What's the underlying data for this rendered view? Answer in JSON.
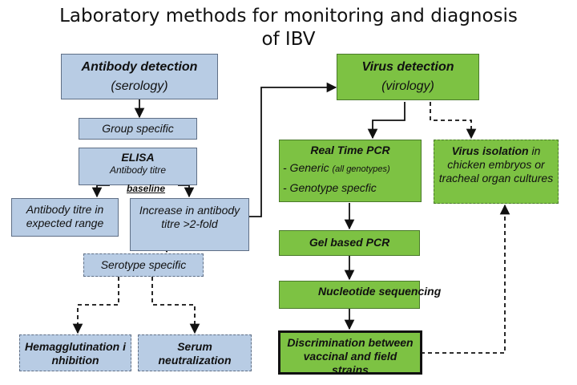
{
  "title": {
    "line1": "Laboratory methods for monitoring and diagnosis",
    "line2": "of IBV"
  },
  "antibody_detection": {
    "heading": "Antibody detection",
    "sub": "(serology)"
  },
  "group_specific": "Group specific",
  "elisa": {
    "heading": "ELISA",
    "sub": "Antibody titre",
    "baseline": "baseline"
  },
  "titre_expected": "Antibody titre in expected range",
  "titre_increase": "Increase in antibody titre >2-fold",
  "serotype_specific": "Serotype specific",
  "hemagglutination": "Hemagglutination inhibition",
  "serum_neutralization": "Serum neutralization",
  "virus_detection": {
    "heading": "Virus detection",
    "sub": "(virology)"
  },
  "real_time_pcr": {
    "heading": "Real Time PCR",
    "generic": "- Generic",
    "generic_note": "(all genotypes)",
    "genotype": "- Genotype specfic"
  },
  "virus_isolation": {
    "heading": "Virus isolation",
    "rest": " in chicken embryos or tracheal organ cultures"
  },
  "gel_pcr": "Gel based PCR",
  "nucleotide": "Nucleotide sequencing",
  "discrimination": "Discrimination between vaccinal and field strains",
  "colors": {
    "blue_fill": "#b8cce4",
    "green_fill": "#7dc243"
  }
}
